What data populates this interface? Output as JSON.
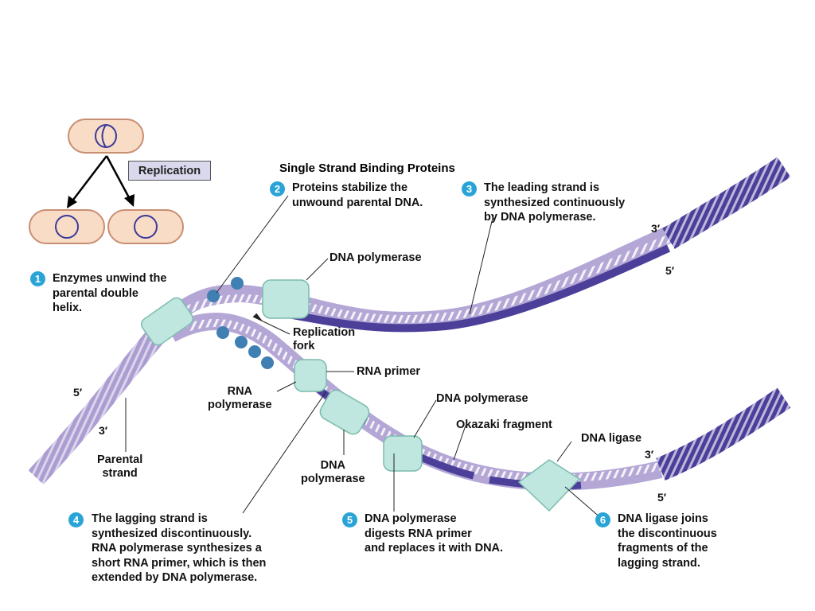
{
  "replication_label": "Replication",
  "ssb_title": "Single Strand Binding Proteins",
  "steps": [
    {
      "num": "1",
      "text": "Enzymes unwind the\nparental double\nhelix."
    },
    {
      "num": "2",
      "text": "Proteins stabilize the\nunwound parental DNA."
    },
    {
      "num": "3",
      "text": "The leading strand is\nsynthesized continuously\nby DNA polymerase."
    },
    {
      "num": "4",
      "text": "The lagging strand is\nsynthesized discontinuously.\nRNA polymerase synthesizes a\nshort RNA primer, which is then\nextended by DNA polymerase."
    },
    {
      "num": "5",
      "text": "DNA polymerase\ndigests RNA primer\nand replaces it with DNA."
    },
    {
      "num": "6",
      "text": "DNA ligase joins\nthe discontinuous\nfragments of the\nlagging strand."
    }
  ],
  "labels": {
    "dna_polymerase_top": "DNA polymerase",
    "replication_fork": "Replication\nfork",
    "rna_primer": "RNA primer",
    "rna_polymerase": "RNA\npolymerase",
    "dna_polymerase_mid": "DNA polymerase",
    "okazaki_fragment": "Okazaki fragment",
    "dna_ligase": "DNA ligase",
    "dna_polymerase_bottom": "DNA\npolymerase",
    "parental_strand": "Parental\nstrand"
  },
  "ends": {
    "left_5": "5′",
    "left_3": "3′",
    "top_3": "3′",
    "top_5": "5′",
    "bottom_3": "3′",
    "bottom_5": "5′"
  },
  "colors": {
    "parental_strand": "#b4a7d6",
    "new_strand": "#4b3f9a",
    "rna_primer": "#3c8f72",
    "enzyme": "#bfe6df",
    "ssb_protein": "#3f7fb2",
    "cell": "#f8dcc6",
    "badge": "#2aa4d6"
  }
}
